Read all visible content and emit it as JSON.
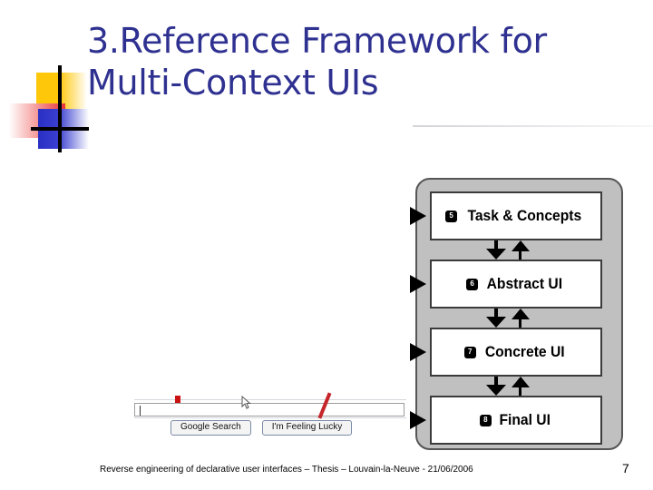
{
  "slide": {
    "title_line1": "3.Reference Framework for",
    "title_line2": "Multi-Context UIs",
    "title_color": "#2F3191",
    "page_number": "7",
    "footer": "Reverse engineering of declarative user interfaces – Thesis – Louvain-la-Neuve - 21/06/2006"
  },
  "logo": {
    "yellow": "#FFC709",
    "red": "#E8333A",
    "blue": "#2A2FC4",
    "bar": "#000000"
  },
  "diagram": {
    "panel_color": "#C0C0C0",
    "box_color": "#FFFFFF",
    "border_color": "#3B3B3B",
    "arrow_color": "#000000",
    "layers": [
      {
        "bullet": "5",
        "label": "Task & Concepts"
      },
      {
        "bullet": "6",
        "label": "Abstract UI"
      },
      {
        "bullet": "7",
        "label": "Concrete UI"
      },
      {
        "bullet": "8",
        "label": "Final UI"
      }
    ]
  },
  "google_mock": {
    "input_value": "",
    "input_placeholder": "",
    "search_button": "Google Search",
    "lucky_button": "I'm Feeling Lucky",
    "annotation_color": "#C4262B"
  }
}
